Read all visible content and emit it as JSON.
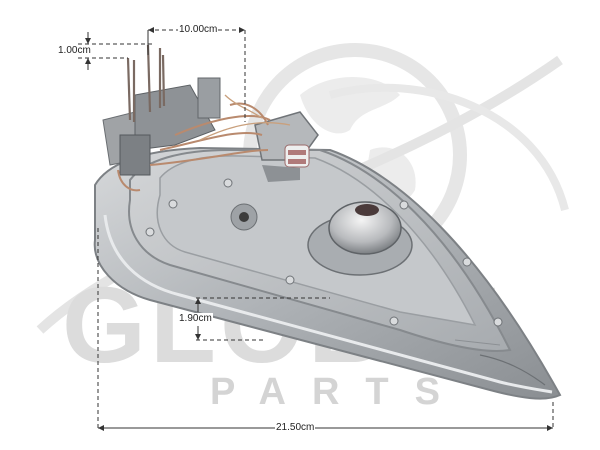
{
  "watermark": {
    "brand": "GLOBAL",
    "tagline": "PARTS"
  },
  "dimensions": {
    "top_width": "10.00cm",
    "pin_height": "1.00cm",
    "sole_thickness": "1.90cm",
    "overall_length": "21.50cm"
  },
  "colors": {
    "background": "#ffffff",
    "watermark": "#d9d9d9",
    "dimension_line": "#333333",
    "aluminium": "#b9bcbf",
    "soleplate_edge": "#8e9296"
  }
}
